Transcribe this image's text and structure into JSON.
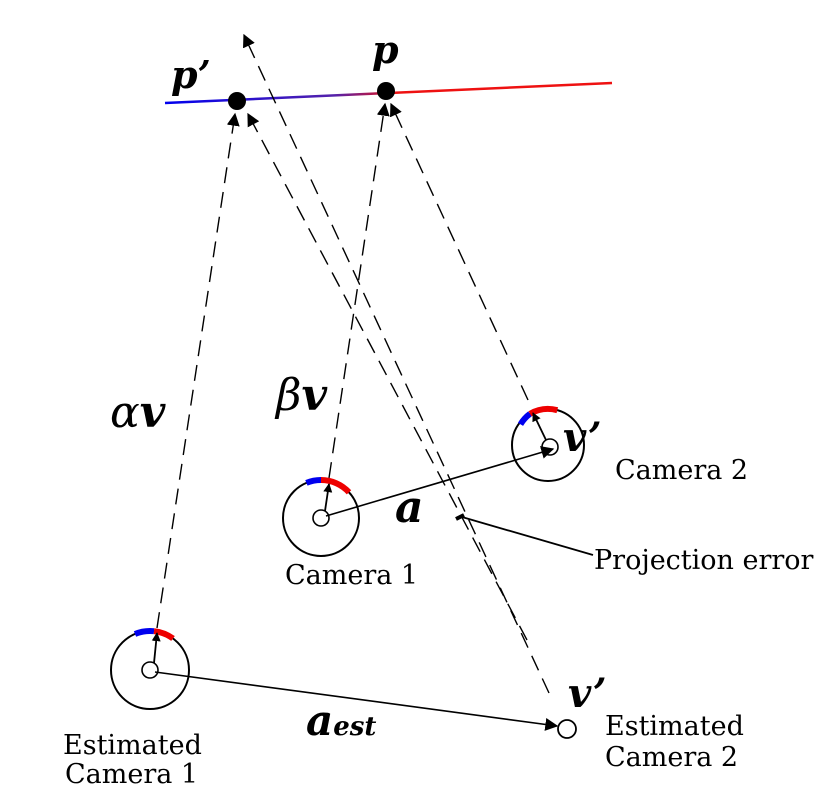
{
  "points": {
    "p_prime": "p’",
    "p": "p"
  },
  "vectors": {
    "alpha_v": {
      "coef": "α",
      "vec": "v"
    },
    "beta_v": {
      "coef": "β",
      "vec": "v"
    },
    "v_prime_cam2": "v’",
    "v_prime_est": "v’",
    "a": "a",
    "a_est": {
      "base": "a",
      "sub": "est"
    }
  },
  "labels": {
    "camera1": "Camera 1",
    "camera2": "Camera 2",
    "est_camera1_line1": "Estimated",
    "est_camera1_line2": "Camera 1",
    "est_camera2_line1": "Estimated",
    "est_camera2_line2": "Camera 2",
    "projection_error": "Projection error"
  },
  "colors": {
    "left_of_line": "#0000ee",
    "right_of_line": "#ee0000",
    "ink": "#000000"
  }
}
